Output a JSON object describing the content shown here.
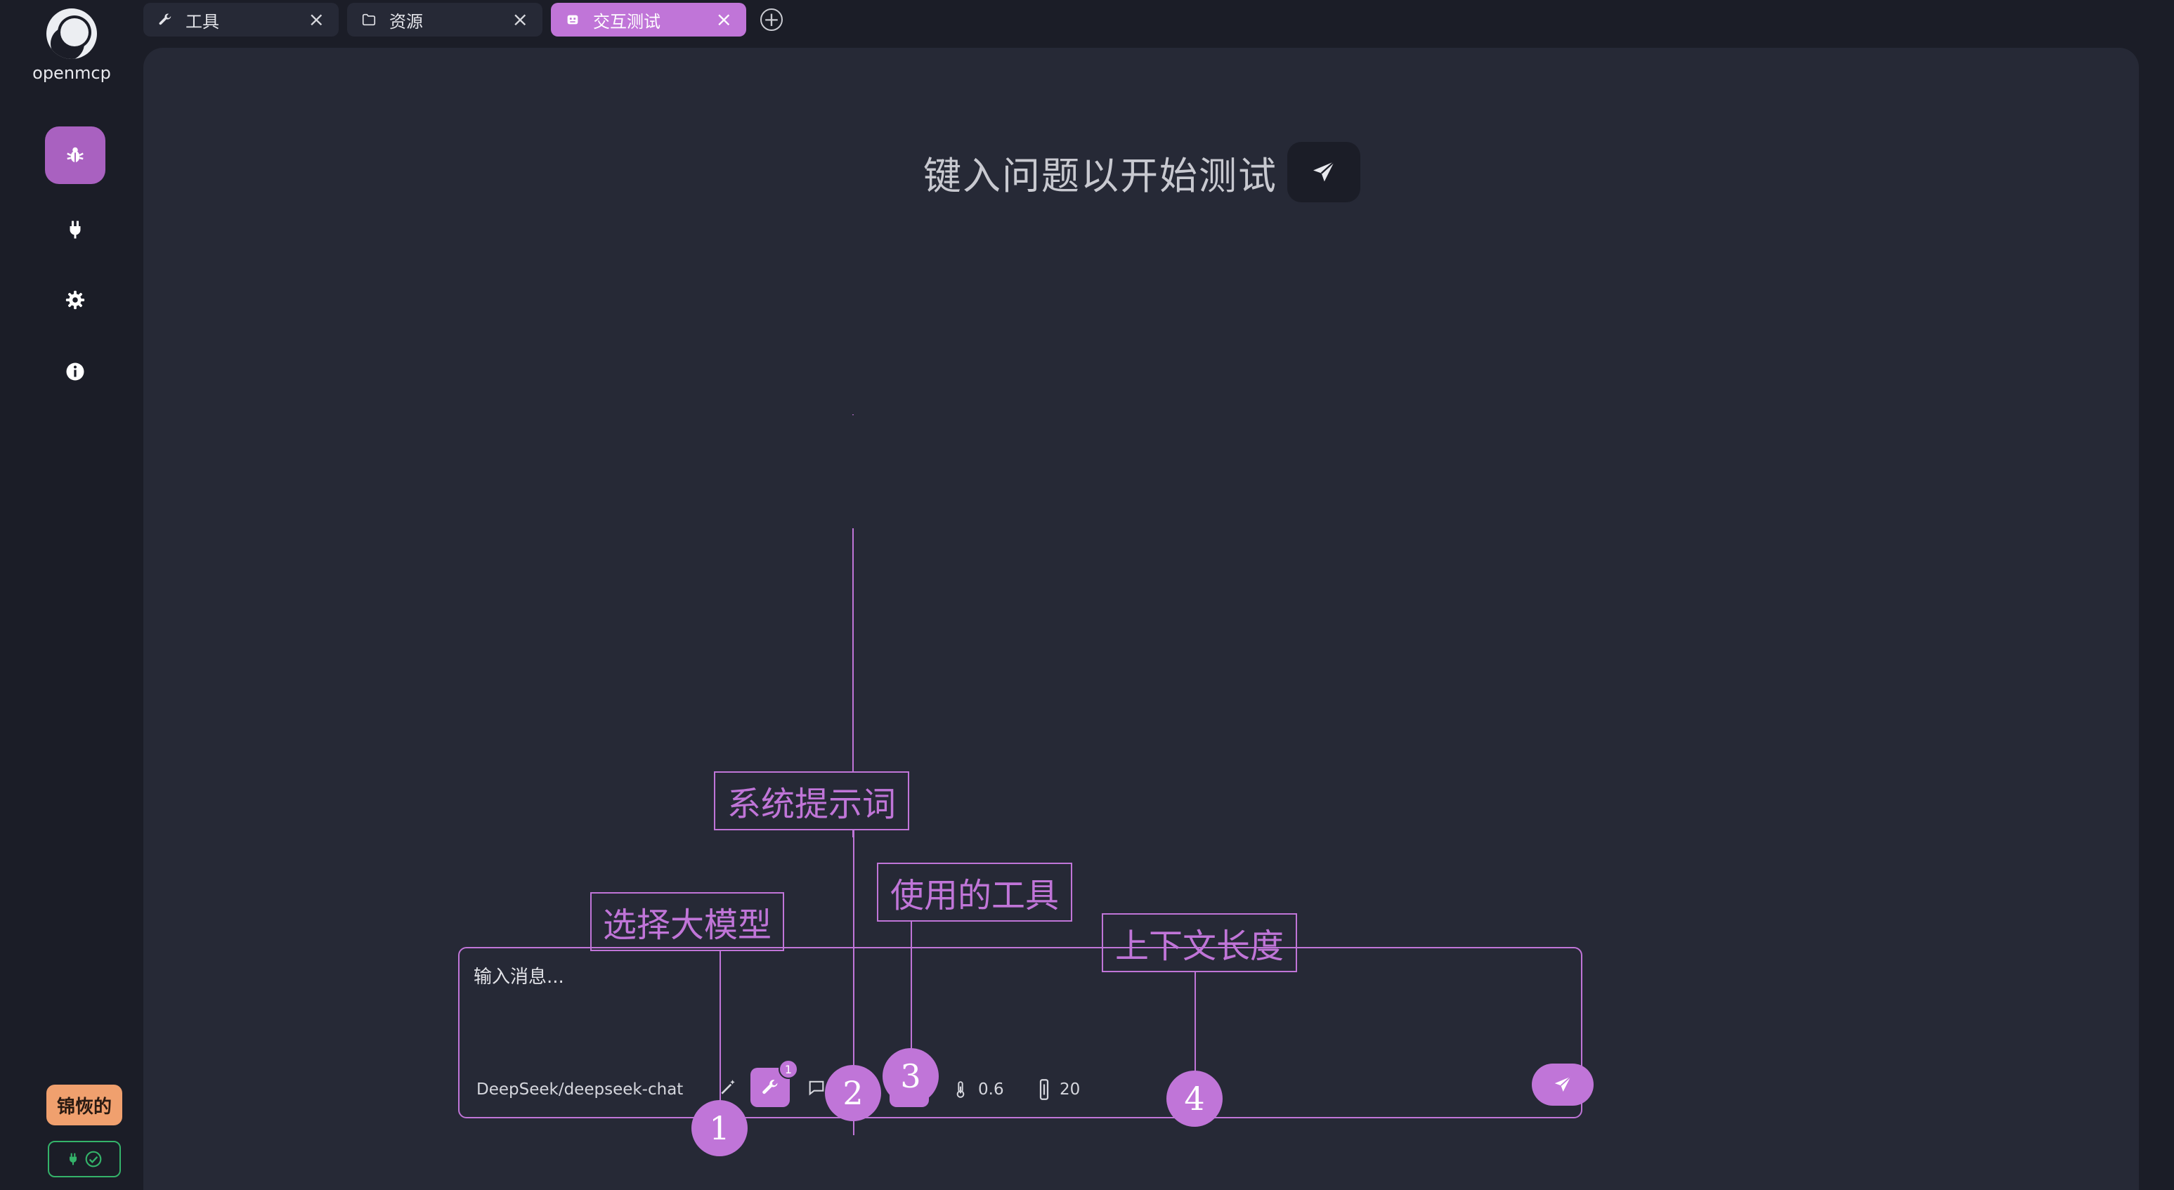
{
  "app": {
    "name": "openmcp"
  },
  "sidebar": {
    "nav": [
      {
        "icon": "bug-icon",
        "active": true
      },
      {
        "icon": "plug-icon",
        "active": false
      },
      {
        "icon": "gear-icon",
        "active": false
      },
      {
        "icon": "info-icon",
        "active": false
      }
    ],
    "user_badge": "锦恢的"
  },
  "tabs": [
    {
      "label": "工具",
      "icon": "wrench-icon",
      "active": false
    },
    {
      "label": "资源",
      "icon": "folder-icon",
      "active": false
    },
    {
      "label": "交互测试",
      "icon": "robot-icon",
      "active": true
    }
  ],
  "main": {
    "hero_text": "键入问题以开始测试"
  },
  "input": {
    "placeholder": "输入消息...",
    "model_name": "DeepSeek/deepseek-chat",
    "tools_count": "1",
    "temperature": "0.6",
    "context_length": "20"
  },
  "annotations": {
    "model": {
      "label": "选择大模型",
      "number": "1"
    },
    "system_prompt": {
      "label": "系统提示词",
      "number": "2"
    },
    "tools": {
      "label": "使用的工具",
      "number": "3"
    },
    "context": {
      "label": "上下文长度",
      "number": "4"
    }
  },
  "colors": {
    "accent": "#c075d8",
    "background": "#1b1d27",
    "panel": "#262936",
    "user_badge": "#f0a06e",
    "connected": "#34b36a"
  }
}
